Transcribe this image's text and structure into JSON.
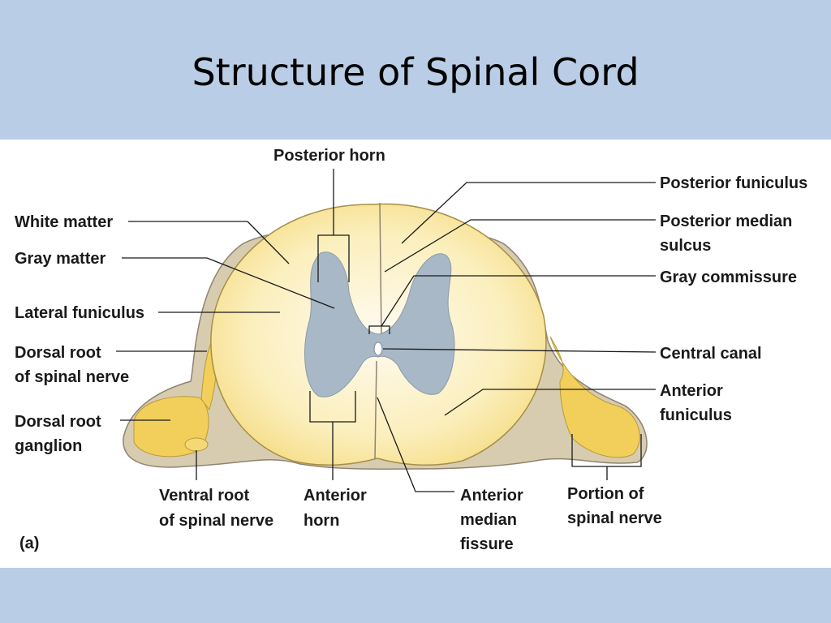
{
  "title": "Structure of Spinal Cord",
  "figure_tag": "(a)",
  "labels": {
    "posterior_horn": "Posterior horn",
    "white_matter": "White matter",
    "gray_matter": "Gray matter",
    "lateral_funiculus": "Lateral funiculus",
    "dorsal_root_l1": "Dorsal root",
    "dorsal_root_l2": "of spinal nerve",
    "drg_l1": "Dorsal root",
    "drg_l2": "ganglion",
    "ventral_root_l1": "Ventral root",
    "ventral_root_l2": "of spinal nerve",
    "anterior_horn_l1": "Anterior",
    "anterior_horn_l2": "horn",
    "amf_l1": "Anterior",
    "amf_l2": "median",
    "amf_l3": "fissure",
    "portion_l1": "Portion of",
    "portion_l2": "spinal nerve",
    "posterior_funiculus": "Posterior funiculus",
    "pms_l1": "Posterior median",
    "pms_l2": "sulcus",
    "gray_commissure": "Gray commissure",
    "central_canal": "Central canal",
    "anterior_funiculus_l1": "Anterior",
    "anterior_funiculus_l2": "funiculus"
  },
  "colors": {
    "header_bg": "#b9cee6",
    "white_matter": "#fbf0c0",
    "gray_matter": "#a9b8c6",
    "nerve_yellow": "#f2cf5a",
    "tissue_tan": "#d8ccb0"
  }
}
